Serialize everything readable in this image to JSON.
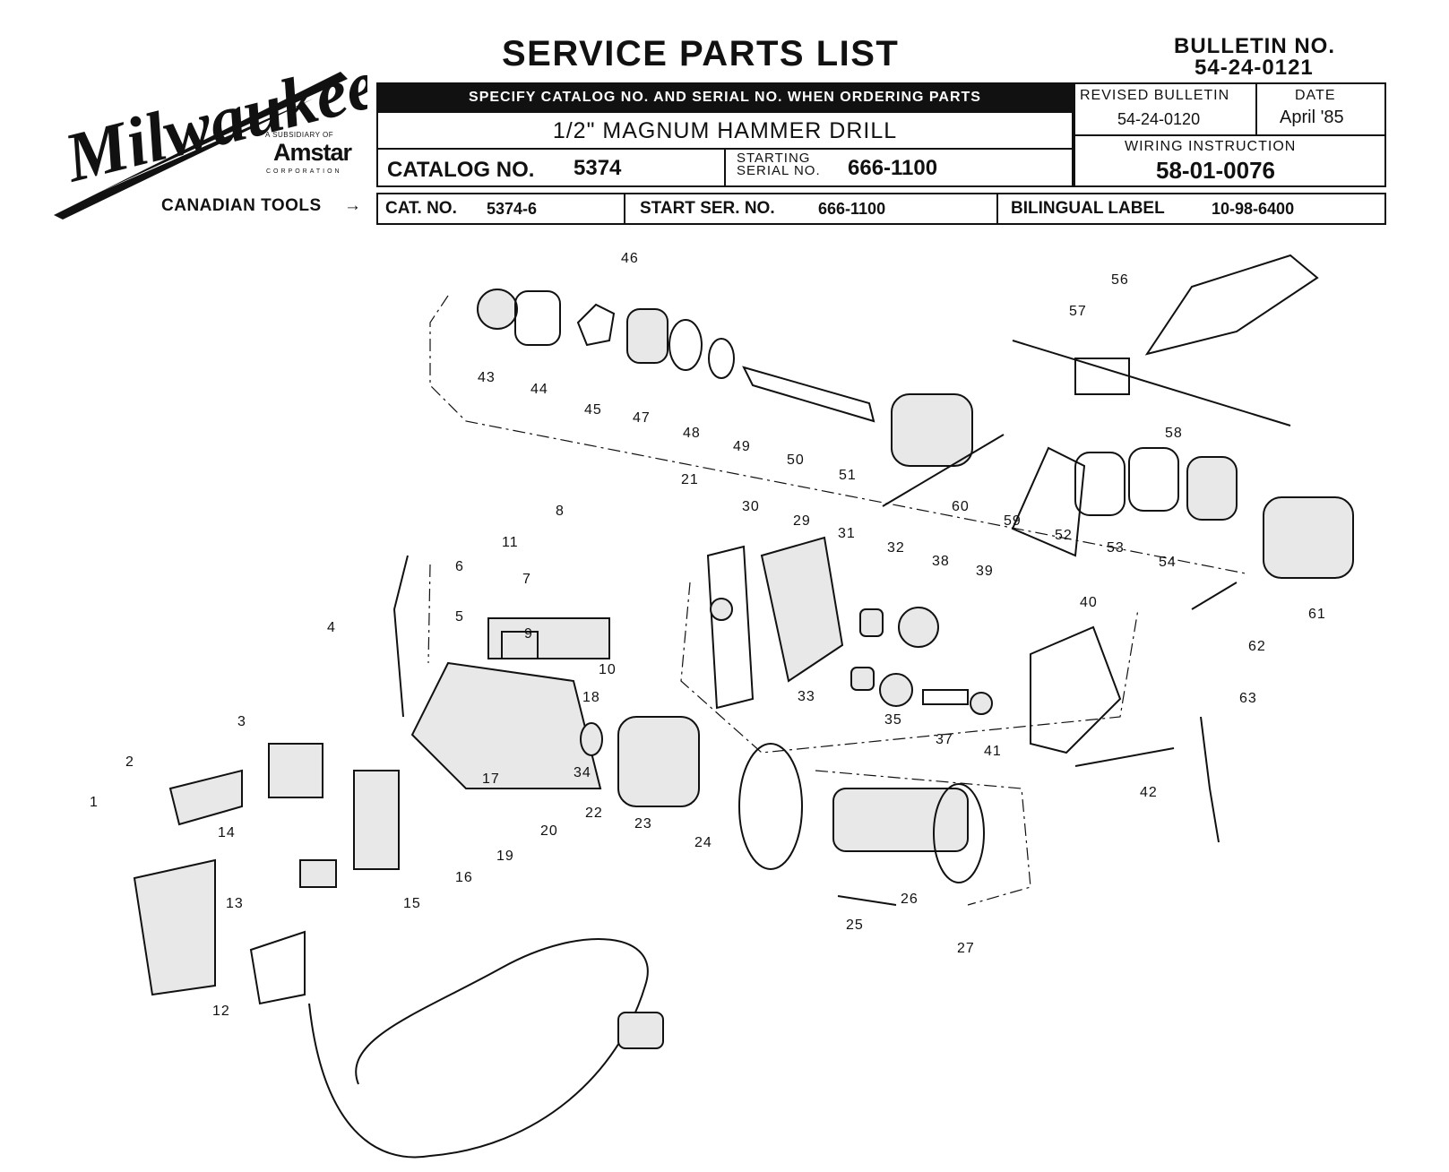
{
  "brand": {
    "name": "Milwaukee",
    "subsidiary_label": "A SUBSIDIARY OF",
    "parent_name": "Amstar",
    "parent_suffix": "CORPORATION"
  },
  "header": {
    "title": "SERVICE PARTS LIST",
    "bulletin_label": "BULLETIN NO.",
    "bulletin_value": "54-24-0121",
    "order_note": "SPECIFY CATALOG NO. AND SERIAL NO. WHEN ORDERING PARTS",
    "model": "1/2\" MAGNUM HAMMER DRILL",
    "catalog_label": "CATALOG NO.",
    "catalog_value": "5374",
    "starting_serial_label": "STARTING SERIAL NO.",
    "starting_serial_value": "666-1100",
    "revised_label": "REVISED BULLETIN",
    "revised_value": "54-24-0120",
    "date_label": "DATE",
    "date_value": "April '85",
    "wiring_label": "WIRING INSTRUCTION",
    "wiring_value": "58-01-0076"
  },
  "canadian": {
    "label": "CANADIAN TOOLS",
    "arrow": "→",
    "cat_label": "CAT. NO.",
    "cat_value": "5374-6",
    "start_label": "START SER. NO.",
    "start_value": "666-1100",
    "bilingual_label": "BILINGUAL LABEL",
    "bilingual_value": "10-98-6400"
  },
  "diagram": {
    "callouts": [
      "1",
      "2",
      "3",
      "4",
      "5",
      "6",
      "7",
      "8",
      "9",
      "10",
      "11",
      "12",
      "13",
      "14",
      "15",
      "16",
      "17",
      "18",
      "19",
      "20",
      "21",
      "22",
      "23",
      "24",
      "25",
      "26",
      "27",
      "29",
      "30",
      "31",
      "32",
      "33",
      "34",
      "35",
      "37",
      "38",
      "39",
      "40",
      "41",
      "42",
      "43",
      "44",
      "45",
      "46",
      "47",
      "48",
      "49",
      "50",
      "51",
      "52",
      "53",
      "54",
      "56",
      "57",
      "58",
      "59",
      "60",
      "61",
      "62",
      "63"
    ]
  }
}
